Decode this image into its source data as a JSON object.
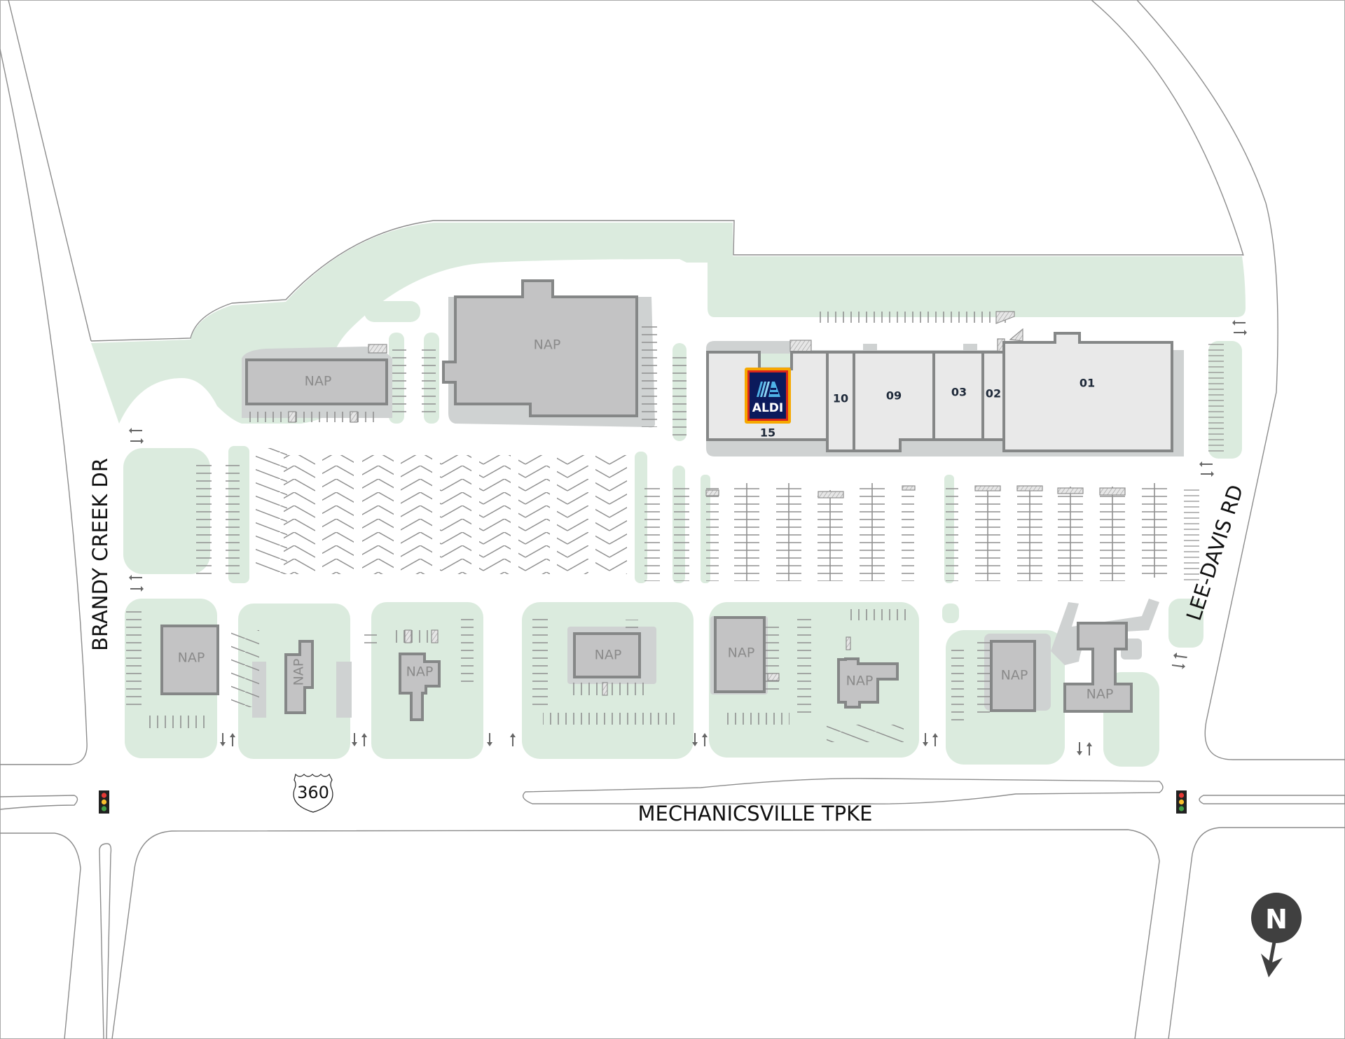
{
  "map": {
    "type": "site-plan",
    "roads": {
      "west": "BRANDY CREEK DR",
      "south": "MECHANICSVILLE TPKE",
      "east": "LEE-DAVIS RD",
      "route_shield": "360"
    },
    "compass": {
      "label": "N"
    },
    "anchor_tenant": {
      "name": "ALDI",
      "suite": "15",
      "colors": {
        "navy": "#0b1a5c",
        "red": "#d9261c",
        "orange": "#f6a800",
        "light_blue": "#4fb3e8"
      }
    },
    "suites": [
      {
        "id": "15",
        "label": "15"
      },
      {
        "id": "10",
        "label": "10"
      },
      {
        "id": "09",
        "label": "09"
      },
      {
        "id": "03",
        "label": "03"
      },
      {
        "id": "02",
        "label": "02"
      },
      {
        "id": "01",
        "label": "01"
      }
    ],
    "outparcels": [
      {
        "label": "NAP",
        "position": "north-west"
      },
      {
        "label": "NAP",
        "position": "north-center"
      },
      {
        "label": "NAP",
        "position": "south-1"
      },
      {
        "label": "NAP",
        "position": "south-2"
      },
      {
        "label": "NAP",
        "position": "south-3"
      },
      {
        "label": "NAP",
        "position": "south-4"
      },
      {
        "label": "NAP",
        "position": "south-5"
      },
      {
        "label": "NAP",
        "position": "south-6"
      },
      {
        "label": "NAP",
        "position": "south-7"
      },
      {
        "label": "NAP",
        "position": "south-8"
      }
    ],
    "traffic_signals": 2,
    "colors": {
      "landscape": "#dbebde",
      "sidewalk": "#cfd2d2",
      "nap_fill": "#c3c3c4",
      "suite_fill": "#e9e9e9",
      "outline": "#858787",
      "compass": "#404040"
    }
  }
}
